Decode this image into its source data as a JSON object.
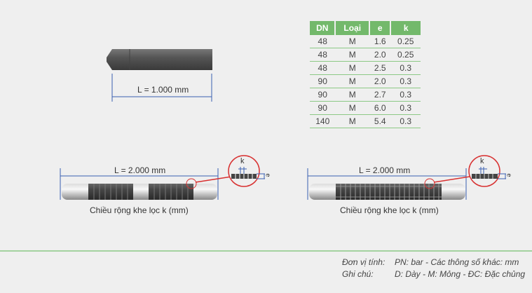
{
  "top_pipe": {
    "length_label": "L = 1.000 mm"
  },
  "table": {
    "headers": [
      "DN",
      "Loại",
      "e",
      "k"
    ],
    "rows": [
      [
        "48",
        "M",
        "1.6",
        "0.25"
      ],
      [
        "48",
        "M",
        "2.0",
        "0.25"
      ],
      [
        "48",
        "M",
        "2.5",
        "0.3"
      ],
      [
        "90",
        "M",
        "2.0",
        "0.3"
      ],
      [
        "90",
        "M",
        "2.7",
        "0.3"
      ],
      [
        "90",
        "M",
        "6.0",
        "0.3"
      ],
      [
        "140",
        "M",
        "5.4",
        "0.3"
      ]
    ]
  },
  "left_pipe": {
    "length_label": "L = 2.000 mm",
    "caption": "Chiều rộng khe lọc k (mm)",
    "detail_k": "k",
    "detail_e": "e"
  },
  "right_pipe": {
    "length_label": "L = 2.000 mm",
    "caption": "Chiều rộng khe lọc k (mm)",
    "detail_k": "k",
    "detail_e": "e"
  },
  "footer": {
    "unit_label": "Đơn vị tính:",
    "unit_value": "PN: bar - Các thông số khác: mm",
    "note_label": "Ghi chú:",
    "note_value": "D: Dày - M: Mỏng - ĐC: Đặc chủng"
  },
  "colors": {
    "accent": "#73b96b",
    "dimension": "#3a5fb0",
    "highlight": "#d83030"
  }
}
